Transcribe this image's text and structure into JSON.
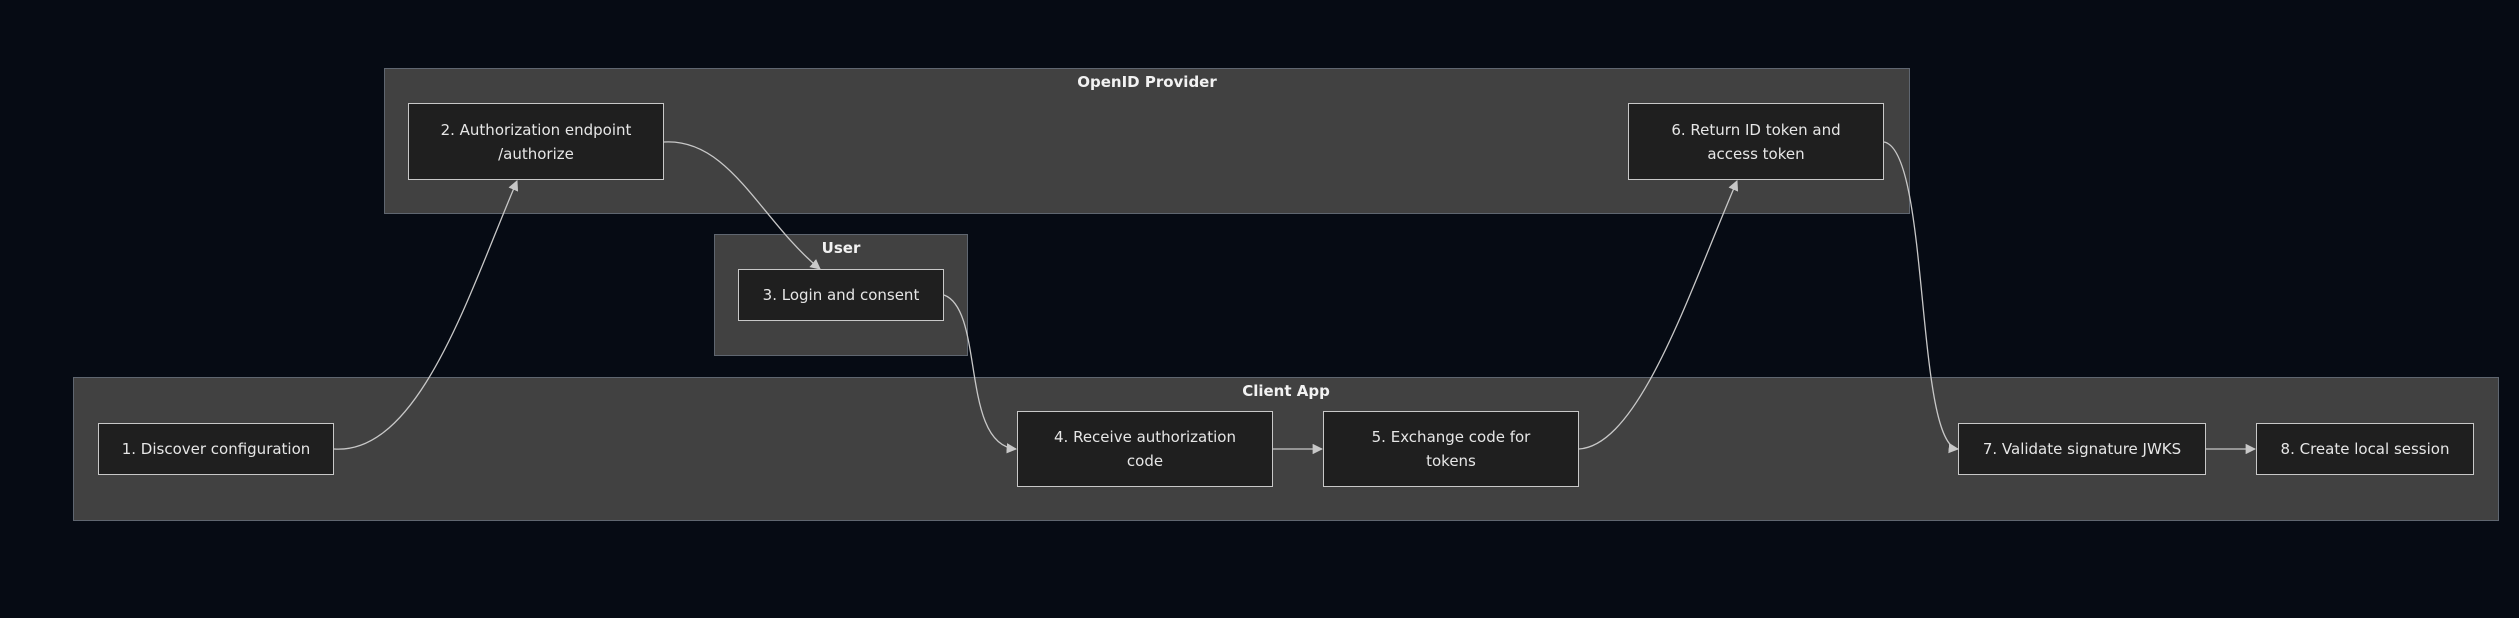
{
  "clusters": {
    "openid": {
      "title": "OpenID Provider"
    },
    "user": {
      "title": "User"
    },
    "client": {
      "title": "Client App"
    }
  },
  "nodes": {
    "n1": "1. Discover configuration",
    "n2_line1": "2. Authorization endpoint",
    "n2_line2": "/authorize",
    "n3": "3. Login and consent",
    "n4_line1": "4. Receive authorization",
    "n4_line2": "code",
    "n5_line1": "5. Exchange code for",
    "n5_line2": "tokens",
    "n6_line1": "6. Return ID token and",
    "n6_line2": "access token",
    "n7": "7. Validate signature JWKS",
    "n8": "8. Create local session"
  },
  "colors": {
    "background": "#060b14",
    "cluster_fill": "#414141",
    "node_fill": "#1f1f1f",
    "edge": "#c8c8c8"
  }
}
